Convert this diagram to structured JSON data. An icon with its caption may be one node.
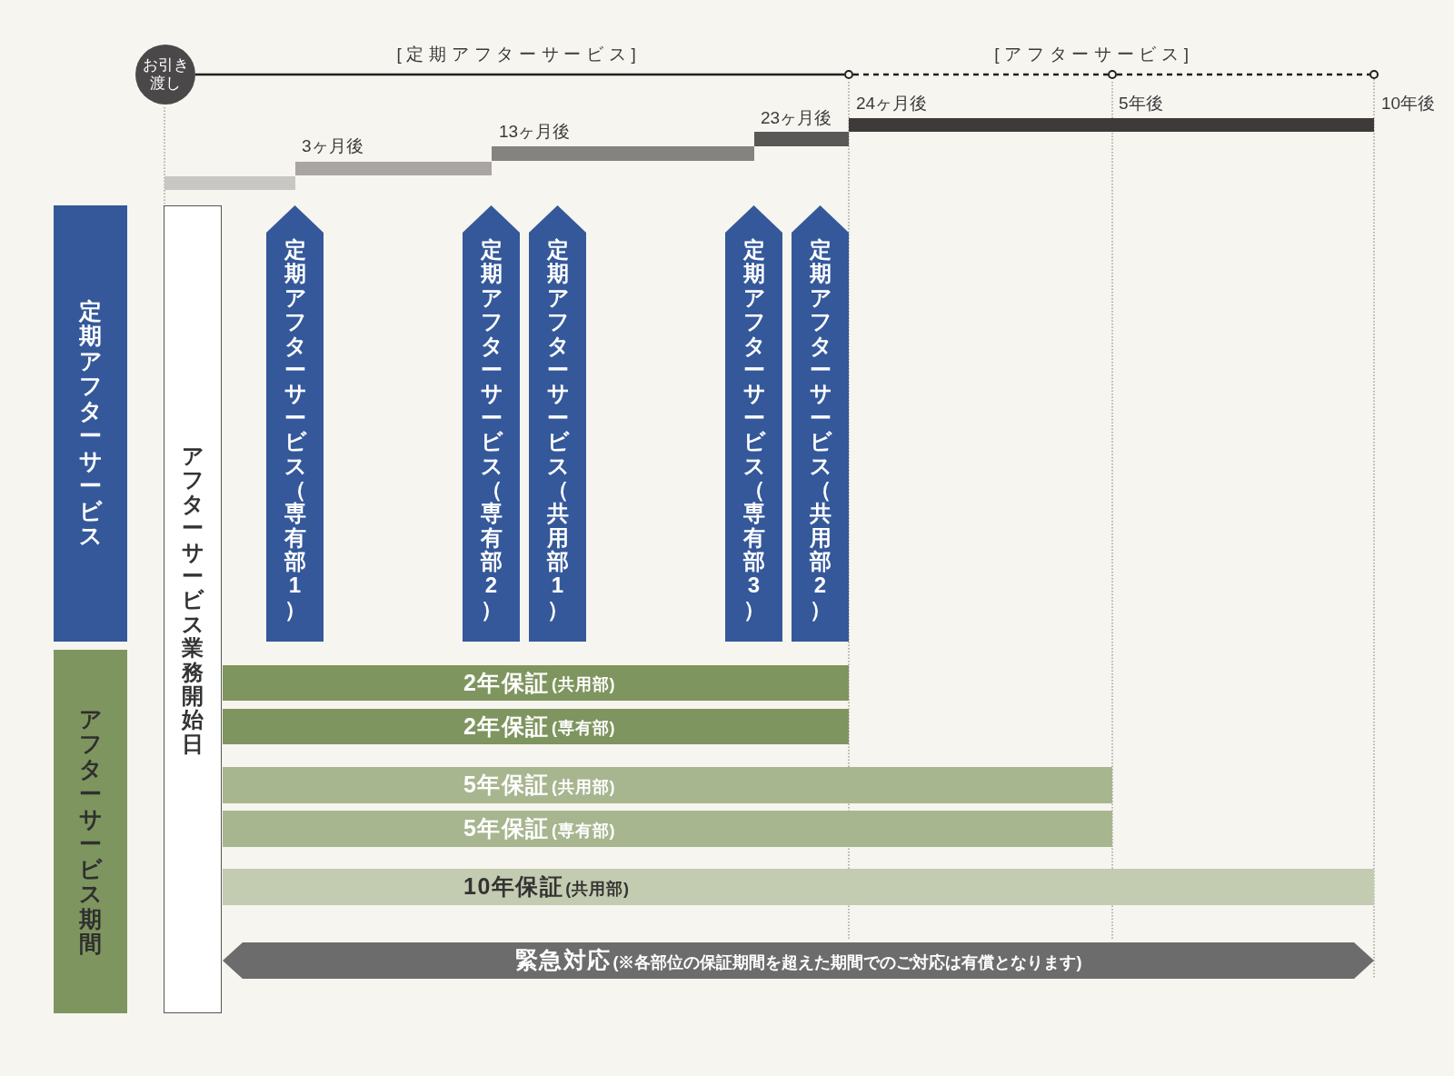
{
  "diagram": {
    "nodes": [
      {
        "text": [
          "お引き渡し"
        ]
      },
      {
        "text": [],
        "shape": "circle"
      },
      {
        "text": [],
        "shape": "circle"
      },
      {
        "text": [],
        "shape": "circle"
      },
      {
        "text": [],
        "shape": "bar"
      },
      {
        "text": [],
        "shape": "bar"
      },
      {
        "text": [],
        "shape": "bar"
      },
      {
        "text": [],
        "shape": "bar"
      },
      {
        "text": [],
        "shape": "bar"
      },
      {
        "text": [
          "定期アフターサービス"
        ]
      },
      {
        "text": [
          "アフターサービス業務開始日"
        ]
      },
      {
        "text": [
          "定期アフターサービス（専有部1）"
        ]
      },
      {
        "text": [
          "定期アフターサービス（専有部2）"
        ]
      },
      {
        "text": [
          "定期アフターサービス（共用部1）"
        ]
      },
      {
        "text": [
          "定期アフターサービス（専有部3）"
        ]
      },
      {
        "text": [
          "定期アフターサービス（共用部2）"
        ]
      },
      {
        "text": [
          "アフターサービス期間"
        ]
      },
      {
        "text": [
          "2年保証",
          "(共用部)"
        ]
      },
      {
        "text": [
          "2年保証",
          "(専有部)"
        ]
      },
      {
        "text": [
          "5年保証",
          "(共用部)"
        ]
      },
      {
        "text": [
          "5年保証",
          "(専有部)"
        ]
      },
      {
        "text": [
          "10年保証",
          "(共用部)"
        ]
      },
      {
        "text": [
          "緊急対応",
          "(※各部位の保証期間を超えた期間でのご対応は有償となります)"
        ]
      }
    ],
    "edges": [
      {
        "from": 0,
        "to": 1,
        "arrow": "none"
      },
      {
        "from": 1,
        "to": 2,
        "arrow": "none",
        "style": "dashed"
      },
      {
        "from": 2,
        "to": 3,
        "arrow": "none",
        "style": "dashed"
      }
    ],
    "labels": [
      "[定期アフターサービス]",
      "[アフターサービス]",
      "3ヶ月後",
      "13ヶ月後",
      "23ヶ月後",
      "24ヶ月後",
      "5年後",
      "10年後"
    ]
  }
}
